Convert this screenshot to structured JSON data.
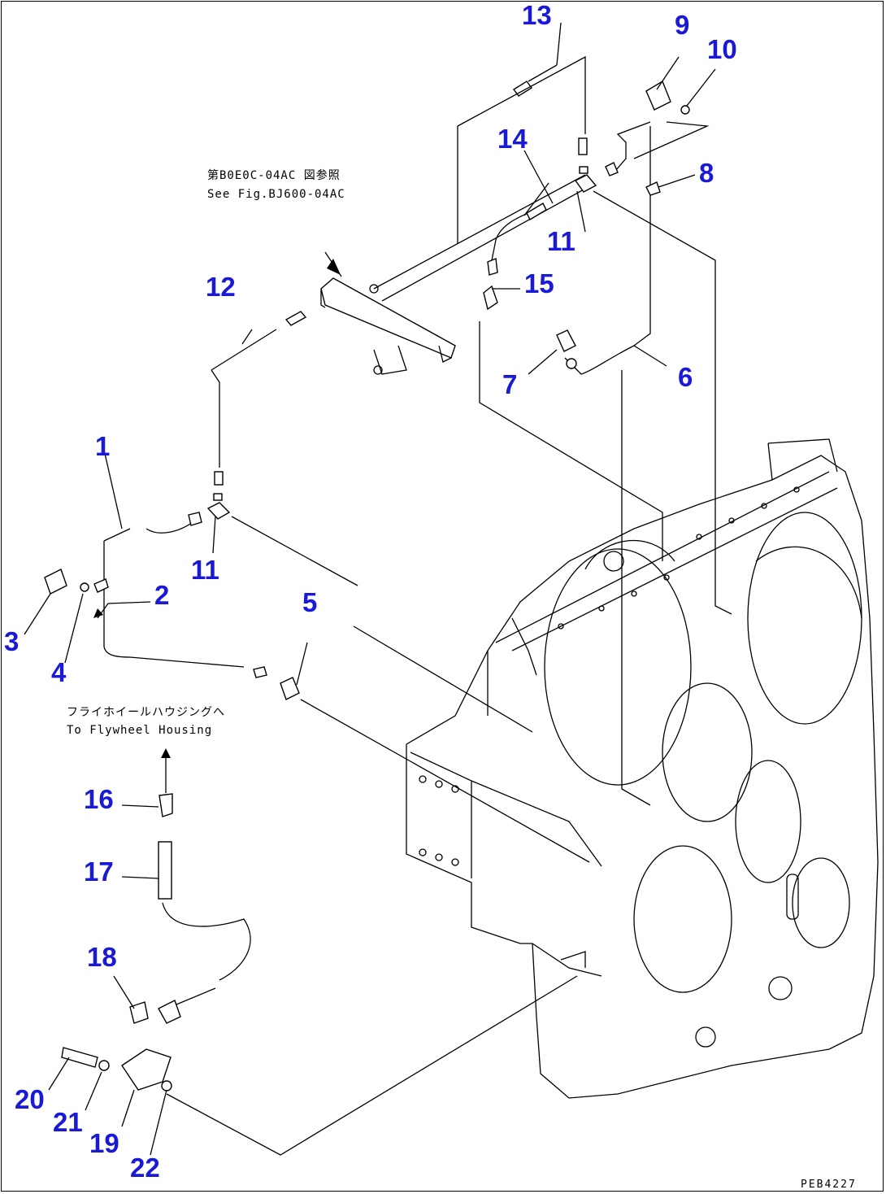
{
  "diagram": {
    "callouts": [
      "1",
      "2",
      "3",
      "4",
      "5",
      "6",
      "7",
      "8",
      "9",
      "10",
      "11",
      "11",
      "12",
      "13",
      "14",
      "15",
      "16",
      "17",
      "18",
      "19",
      "20",
      "21",
      "22"
    ],
    "notes": {
      "ref_jp": "第B0E0C-04AC 図参照",
      "ref_en": "See Fig.BJ600-04AC",
      "flywheel_jp": "フライホイールハウジングへ",
      "flywheel_en": "To Flywheel Housing"
    },
    "drawing_code": "PEB4227",
    "colors": {
      "callout": "#1a1ad6",
      "line": "#000000"
    }
  }
}
